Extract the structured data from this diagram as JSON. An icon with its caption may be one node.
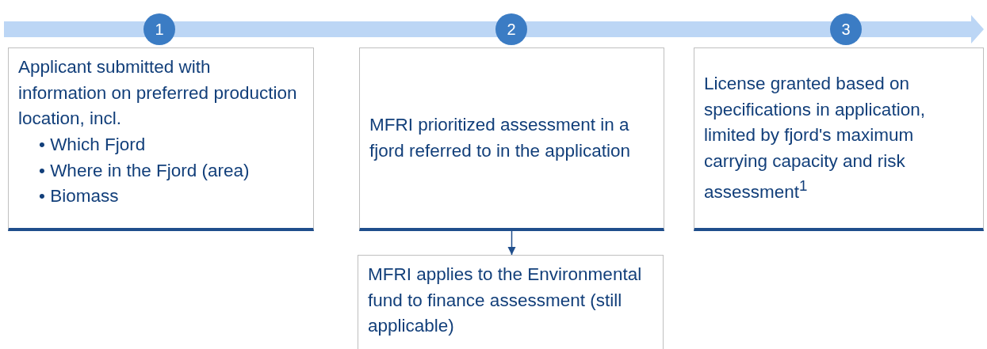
{
  "diagram": {
    "nodes": [
      {
        "text": [
          "1"
        ]
      },
      {
        "text": [
          "2"
        ]
      },
      {
        "text": [
          "3"
        ]
      },
      {
        "text": [
          "Applicant submitted with information on preferred production location, incl.",
          "• Which Fjord",
          "• Where in the Fjord (area)",
          "• Biomass"
        ]
      },
      {
        "text": [
          "MFRI prioritized assessment in a fjord referred to in the application"
        ]
      },
      {
        "text": [
          "License granted based on specifications in application, limited by fjord's maximum carrying capacity and risk assessment$^{1}$"
        ]
      },
      {
        "text": [
          "MFRI applies to the Environmental fund to finance assessment (still applicable)"
        ]
      }
    ],
    "edges": [
      {
        "from": 4,
        "to": 6,
        "arrow": "to"
      }
    ]
  }
}
